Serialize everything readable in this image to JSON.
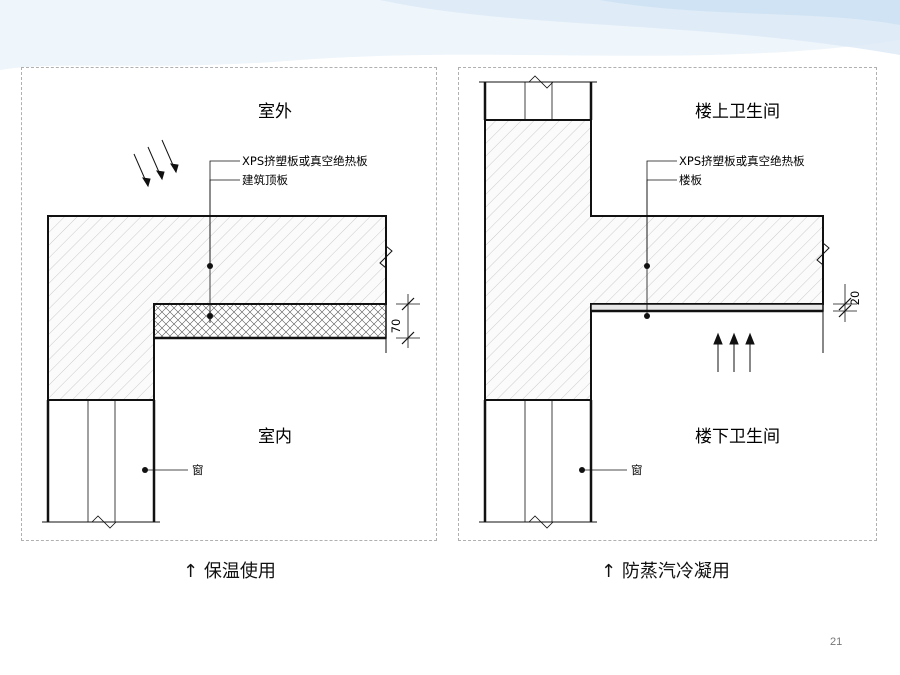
{
  "slide": {
    "page_number": "21",
    "accent_color": "#cfe3f4"
  },
  "left_diagram": {
    "outside_label": "室外",
    "inside_label": "室内",
    "insulation_label": "XPS挤塑板或真空绝热板",
    "slab_label": "建筑顶板",
    "window_label": "窗",
    "dimension": "70",
    "caption_arrow": "↑",
    "caption": "保温使用"
  },
  "right_diagram": {
    "upper_label": "楼上卫生间",
    "lower_label": "楼下卫生间",
    "insulation_label": "XPS挤塑板或真空绝热板",
    "slab_label": "楼板",
    "window_label": "窗",
    "dimension": "20",
    "caption_arrow": "↑",
    "caption": "防蒸汽冷凝用"
  }
}
